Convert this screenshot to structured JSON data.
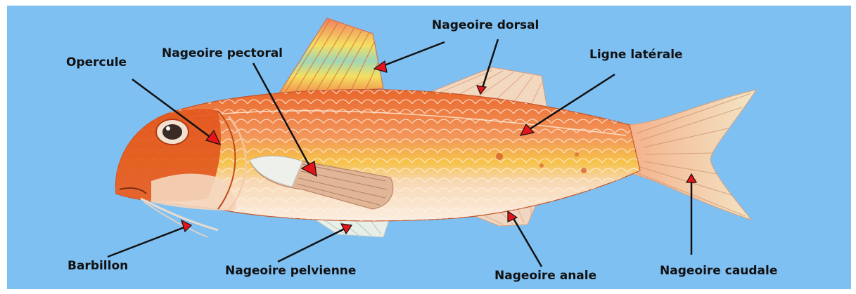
{
  "labels": {
    "opercule": "Opercule",
    "nageoire_pectoral": "Nageoire pectoral",
    "nageoire_dorsal": "Nageoire dorsal",
    "ligne_laterale": "Ligne latérale",
    "barbillon": "Barbillon",
    "nageoire_pelvienne": "Nageoire pelvienne",
    "nageoire_anale": "Nageoire anale",
    "nageoire_caudale": "Nageoire caudale"
  },
  "colors": {
    "background": "#7fc0f2",
    "fish_body": "#f08a4b",
    "fish_belly": "#fbe7cf",
    "fish_stripe": "#f6c24a",
    "head": "#e85a1f",
    "fins": "#f1d2b8",
    "arrow_line": "#111111",
    "arrowhead": "#e8141b"
  }
}
